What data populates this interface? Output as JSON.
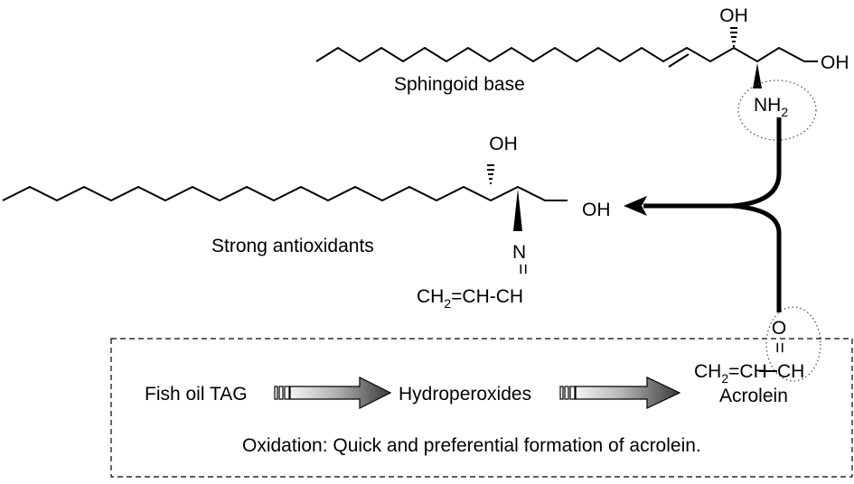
{
  "sphingoid": {
    "oh_top": "OH",
    "oh_right": "OH",
    "nh": "NH",
    "nh_sub": "2",
    "name": "Sphingoid base"
  },
  "product": {
    "oh_top": "OH",
    "oh_right": "OH",
    "n": "N",
    "eq": "=",
    "ch2": "CH",
    "ch2_sub": "2",
    "chain_rest": "=CH-CH",
    "name": "Strong antioxidants"
  },
  "acrolein": {
    "o": "O",
    "eq": "=",
    "ch2": "CH",
    "ch2_sub": "2",
    "chain_mid": "=CH",
    "ch": "CH",
    "name": "Acrolein"
  },
  "oxidation_box": {
    "step1": "Fish oil TAG",
    "step2": "Hydroperoxides",
    "caption": "Oxidation: Quick and preferential formation of acrolein."
  }
}
